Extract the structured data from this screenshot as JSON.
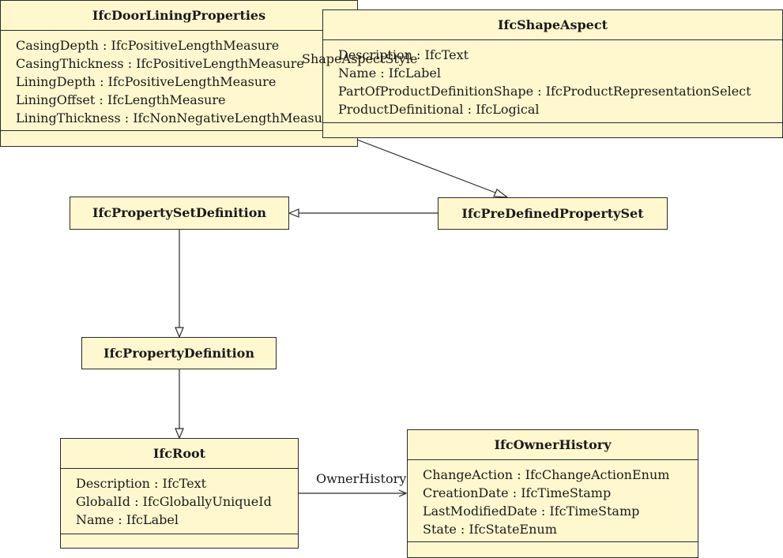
{
  "classes": {
    "door_lining": {
      "name": "IfcDoorLiningProperties",
      "attributes": [
        "CasingDepth : IfcPositiveLengthMeasure",
        "CasingThickness : IfcPositiveLengthMeasure",
        "LiningDepth : IfcPositiveLengthMeasure",
        "LiningOffset : IfcLengthMeasure",
        "LiningThickness : IfcNonNegativeLengthMeasure"
      ]
    },
    "shape_aspect": {
      "name": "IfcShapeAspect",
      "attributes": [
        "Description : IfcText",
        "Name : IfcLabel",
        "PartOfProductDefinitionShape : IfcProductRepresentationSelect",
        "ProductDefinitional : IfcLogical"
      ]
    },
    "property_set_definition": {
      "name": "IfcPropertySetDefinition"
    },
    "predefined_property_set": {
      "name": "IfcPreDefinedPropertySet"
    },
    "property_definition": {
      "name": "IfcPropertyDefinition"
    },
    "root": {
      "name": "IfcRoot",
      "attributes": [
        "Description : IfcText",
        "GlobalId : IfcGloballyUniqueId",
        "Name : IfcLabel"
      ]
    },
    "owner_history": {
      "name": "IfcOwnerHistory",
      "attributes": [
        "ChangeAction : IfcChangeActionEnum",
        "CreationDate : IfcTimeStamp",
        "LastModifiedDate : IfcTimeStamp",
        "State : IfcStateEnum"
      ]
    }
  },
  "edges": {
    "shape_aspect_style": "ShapeAspectStyle",
    "owner_history": "OwnerHistory"
  }
}
